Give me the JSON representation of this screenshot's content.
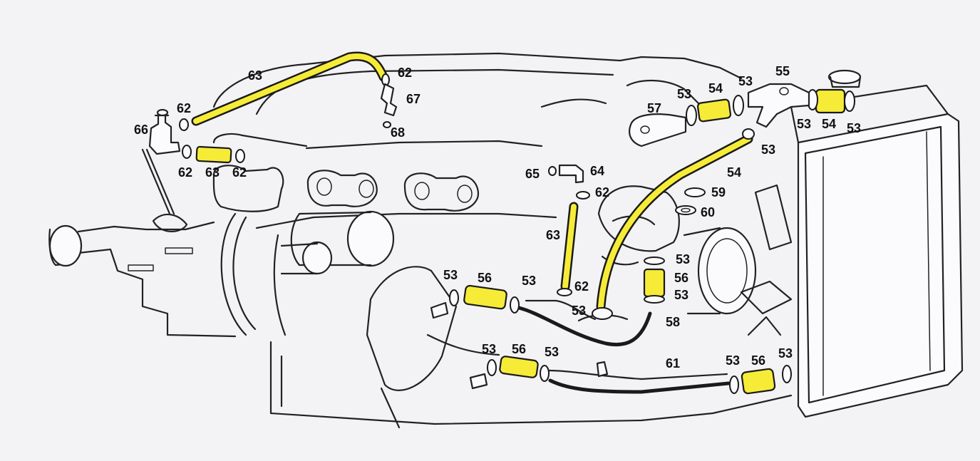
{
  "labels": {
    "l63a": "63",
    "l62a": "62",
    "l67": "67",
    "l68": "68",
    "l62b": "62",
    "l66": "66",
    "l62c": "62",
    "l63b": "63",
    "l62d": "62",
    "l57": "57",
    "l53a": "53",
    "l54a": "54",
    "l53b": "53",
    "l55": "55",
    "l53c": "53",
    "l54b": "54",
    "l53d": "53",
    "l53e": "53",
    "l54c": "54",
    "l65": "65",
    "l64": "64",
    "l62e": "62",
    "l59": "59",
    "l60": "60",
    "l63c": "63",
    "l53f": "53",
    "l56a": "56",
    "l53g": "53",
    "l62f": "62",
    "l53h": "53",
    "l53i": "53",
    "l56b": "56",
    "l53j": "53",
    "l58": "58",
    "l53k": "53",
    "l56c": "56",
    "l53l": "53",
    "l61": "61",
    "l53m": "53",
    "l56d": "56",
    "l53n": "53"
  },
  "colors": {
    "hose_highlight": "#f6ec38",
    "outline": "#222222",
    "background": "#f3f3f6"
  }
}
